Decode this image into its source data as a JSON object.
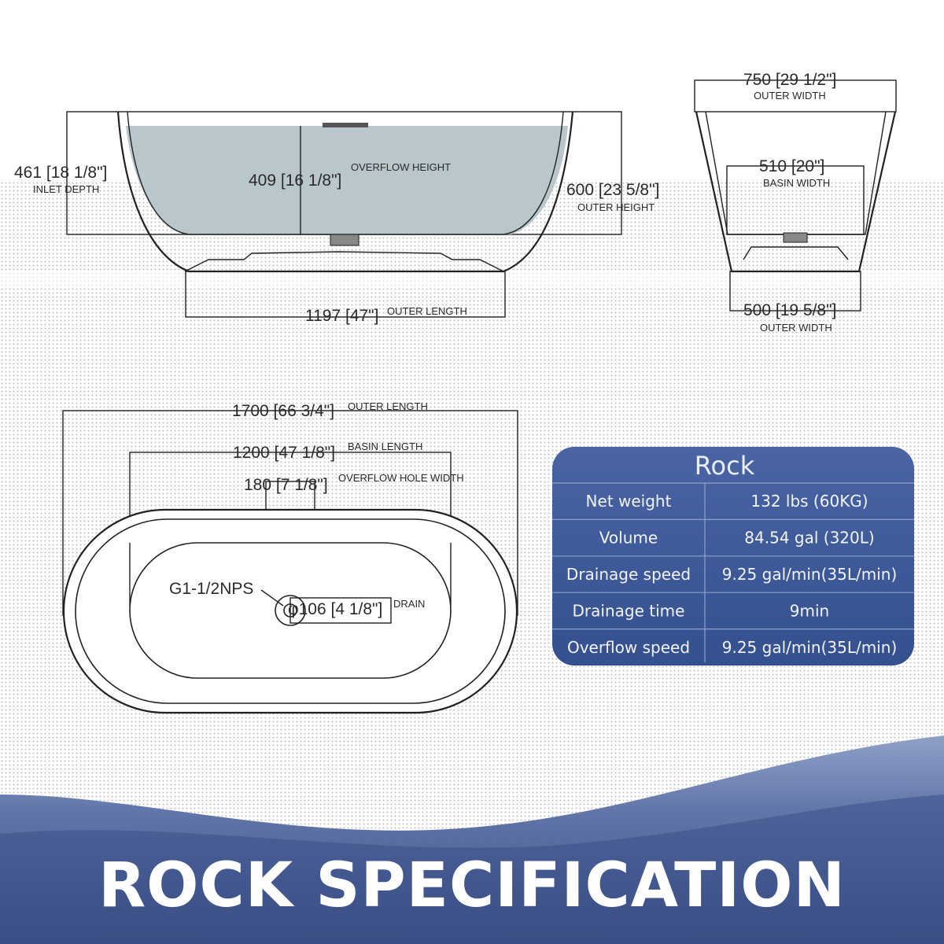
{
  "colors": {
    "water": "#b9c7cd",
    "table_bg": "#3c5798",
    "table_grid": "#8fa0c8",
    "banner_dark": "#2e4479",
    "banner_mid": "#6f83b3",
    "dots": "#a9a9a9"
  },
  "side_view": {
    "inlet_depth_value": "461 [18 1/8\"]",
    "inlet_depth_label": "INLET DEPTH",
    "overflow_height_value": "409 [16 1/8\"]",
    "overflow_height_label": "OVERFLOW HEIGHT",
    "outer_height_value": "600 [23 5/8\"]",
    "outer_height_label": "OUTER HEIGHT",
    "base_length_value": "1197 [47\"]",
    "base_length_label": "OUTER LENGTH"
  },
  "end_view": {
    "top_width_value": "750 [29 1/2\"]",
    "top_width_label": "OUTER WIDTH",
    "basin_width_value": "510 [20\"]",
    "basin_width_label": "BASIN WIDTH",
    "bottom_width_value": "500 [19 5/8\"]",
    "bottom_width_label": "OUTER WIDTH"
  },
  "top_view": {
    "outer_length_value": "1700 [66 3/4\"]",
    "outer_length_label": "OUTER LENGTH",
    "basin_length_value": "1200 [47 1/8\"]",
    "basin_length_label": "BASIN LENGTH",
    "overflow_hole_value": "180 [7 1/8\"]",
    "overflow_hole_label": "OVERFLOW HOLE WIDTH",
    "drain_thread": "G1-1/2NPS",
    "drain_value": "φ106 [4 1/8\"]",
    "drain_label": "DRAIN"
  },
  "spec_table": {
    "title": "Rock",
    "rows": [
      {
        "label": "Net weight",
        "value": "132 lbs (60KG)"
      },
      {
        "label": "Volume",
        "value": "84.54 gal (320L)"
      },
      {
        "label": "Drainage speed",
        "value": "9.25 gal/min(35L/min)"
      },
      {
        "label": "Drainage time",
        "value": "9min"
      },
      {
        "label": "Overflow speed",
        "value": "9.25 gal/min(35L/min)"
      }
    ]
  },
  "banner": {
    "title": "ROCK SPECIFICATION"
  }
}
